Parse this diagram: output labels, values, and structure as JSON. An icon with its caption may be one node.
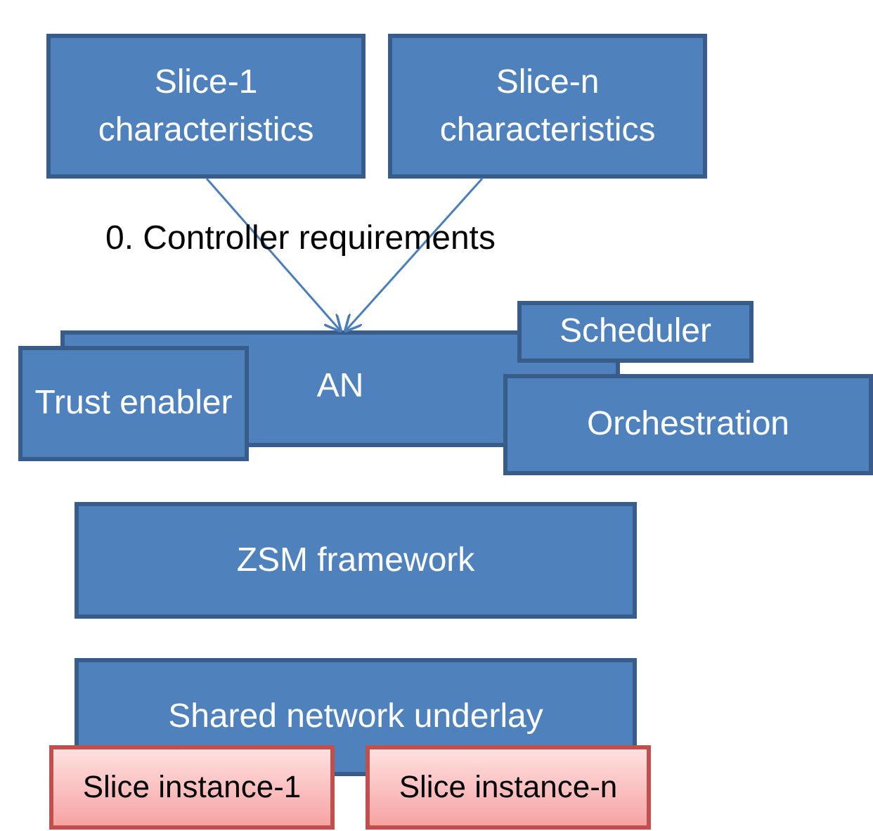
{
  "diagram": {
    "nodes": [
      {
        "text": [
          "Slice-1 characteristics"
        ]
      },
      {
        "text": [
          "Slice-n characteristics"
        ]
      },
      {
        "text": [
          "AN"
        ]
      },
      {
        "text": [
          "Scheduler"
        ]
      },
      {
        "text": [
          "Trust enabler"
        ]
      },
      {
        "text": [
          "Orchestration"
        ]
      },
      {
        "text": [
          "ZSM framework"
        ]
      },
      {
        "text": [
          "Shared network underlay"
        ]
      },
      {
        "text": [
          "Slice instance-1"
        ]
      },
      {
        "text": [
          "Slice instance-n"
        ]
      }
    ],
    "edges": [
      {
        "from": 0,
        "to": 2,
        "arrow": "to"
      },
      {
        "from": 1,
        "to": 2,
        "arrow": "to"
      }
    ],
    "labels": [
      "0. Controller requirements"
    ]
  }
}
